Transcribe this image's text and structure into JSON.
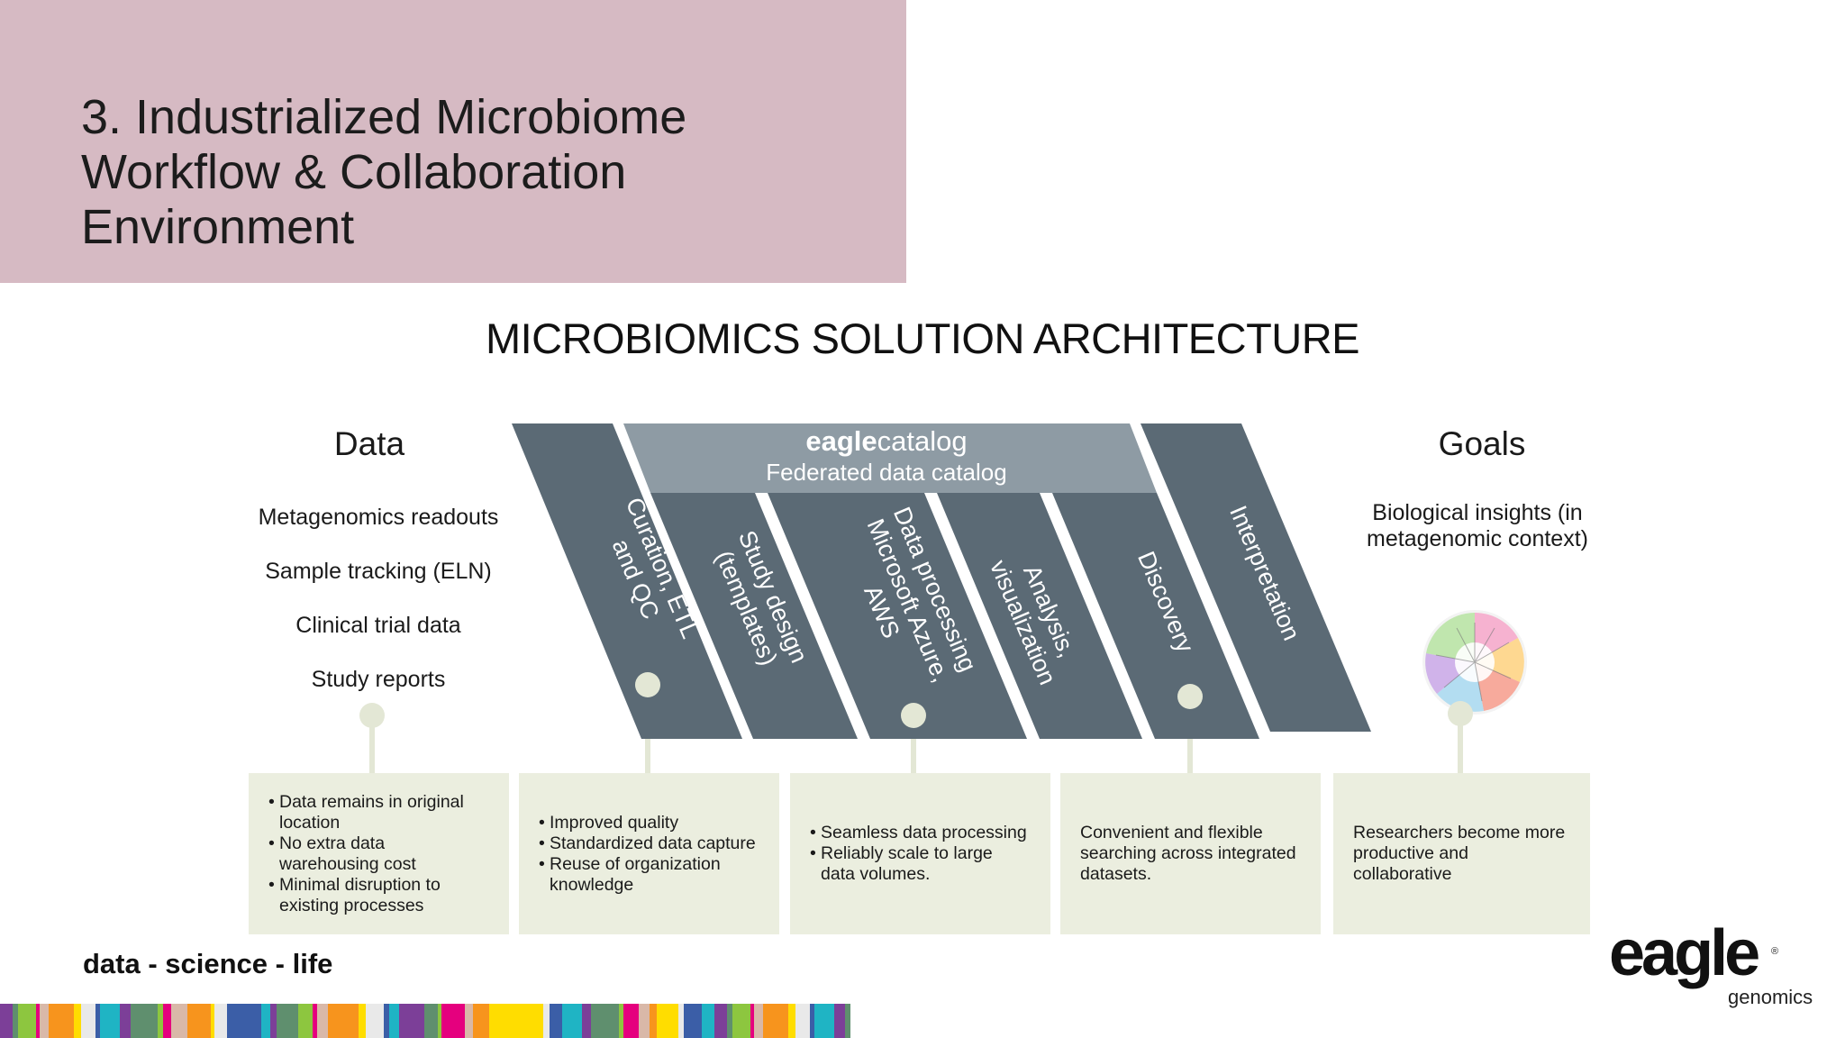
{
  "slide": {
    "title": "3. Industrialized Microbiome Workflow & Collaboration Environment",
    "architecture_title": "MICROBIOMICS SOLUTION ARCHITECTURE"
  },
  "data_column": {
    "heading": "Data",
    "items": [
      "Metagenomics readouts",
      "Sample tracking (ELN)",
      "Clinical trial data",
      "Study reports"
    ]
  },
  "goals_column": {
    "heading": "Goals",
    "text": "Biological insights (in metagenomic context)"
  },
  "catalog": {
    "brand_bold": "eagle",
    "brand_light": "catalog",
    "subtitle": "Federated data catalog"
  },
  "stages": [
    {
      "lines": [
        "Curation, ETL",
        "and QC"
      ]
    },
    {
      "lines": [
        "Study design",
        "(templates)"
      ]
    },
    {
      "lines": [
        "Data processing",
        "Microsoft Azure,",
        "AWS"
      ]
    },
    {
      "lines": [
        "Analysis,",
        "visualization"
      ]
    },
    {
      "lines": [
        "Discovery"
      ]
    },
    {
      "lines": [
        "Interpretation"
      ]
    }
  ],
  "benefit_boxes": [
    {
      "bullets": [
        "Data remains in original location",
        "No extra data warehousing cost",
        "Minimal disruption to existing processes"
      ]
    },
    {
      "bullets": [
        "Improved quality",
        "Standardized data capture",
        "Reuse of organization knowledge"
      ]
    },
    {
      "bullets": [
        "Seamless data processing",
        "Reliably scale to large data volumes."
      ]
    },
    {
      "text": "Convenient and flexible searching across integrated datasets."
    },
    {
      "text": "Researchers become more productive and collaborative"
    }
  ],
  "footer": {
    "tagline": "data - science - life",
    "logo_word": "eagle",
    "logo_sub": "genomics",
    "logo_registered": "®"
  },
  "colors": {
    "title_bg": "#d6bac3",
    "band": "#5b6a75",
    "catalog_band": "#8e9ba4",
    "box_bg": "#ebeedf",
    "pin": "#e3e7d5",
    "stripe_palette": [
      "#7c3f98",
      "#e5007e",
      "#ffdd00",
      "#1fb4c4",
      "#8dc63f",
      "#f7941d",
      "#3b5ea7",
      "#5f8f6e",
      "#d9b8a8",
      "#e9e9e9"
    ]
  }
}
